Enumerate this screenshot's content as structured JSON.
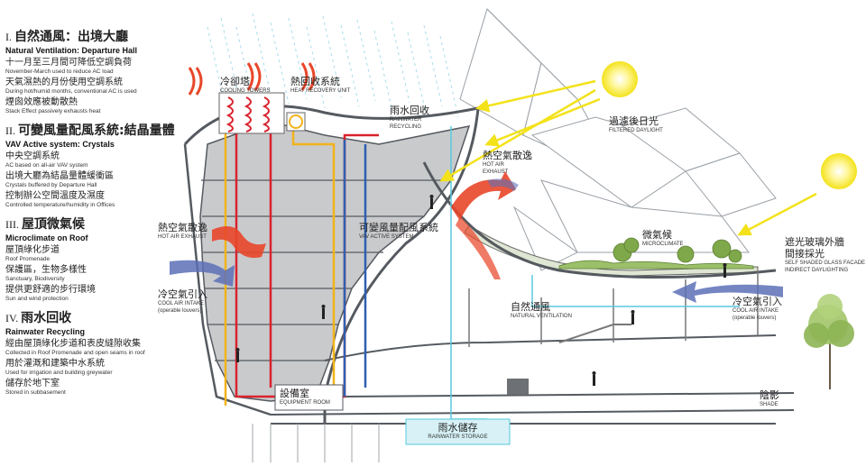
{
  "sections": [
    {
      "num": "I.",
      "title_zh": "自然通風：出境大廳",
      "title_en": "Natural Ventilation: Departure Hall",
      "items": [
        {
          "zh": "十一月至三月間可降低空調負荷",
          "en": "November-March used to reduce AC load"
        },
        {
          "zh": "天氣濕熱的月份使用空調系統",
          "en": "During hot/humid months, conventional AC is used"
        },
        {
          "zh": "煙囪效應被動散熱",
          "en": "Stack Effect passively exhausts heat"
        }
      ]
    },
    {
      "num": "II.",
      "title_zh": "可變風量配風系統:結晶量體",
      "title_en": "VAV Active system: Crystals",
      "items": [
        {
          "zh": "中央空調系統",
          "en": "AC based on all-air VAV system"
        },
        {
          "zh": "出境大廳為結晶量體緩衝區",
          "en": "Crystals buffered by Departure Hall"
        },
        {
          "zh": "控制辦公空間溫度及濕度",
          "en": "Controlled temperature/humidity in Offices"
        }
      ]
    },
    {
      "num": "III.",
      "title_zh": "屋頂微氣候",
      "title_en": "Microclimate on Roof",
      "items": [
        {
          "zh": "屋頂綠化步道",
          "en": "Roof Promenade"
        },
        {
          "zh": "保護區，生物多樣性",
          "en": "Sanctuary, Biodiversity"
        },
        {
          "zh": "提供更舒適的步行環境",
          "en": "Sun and wind protection"
        }
      ]
    },
    {
      "num": "IV.",
      "title_zh": "雨水回收",
      "title_en": "Rainwater Recycling",
      "items": [
        {
          "zh": "經由屋頂綠化步道和表皮縫隙收集",
          "en": "Collected in Roof Promenade and open seams in roof"
        },
        {
          "zh": "用於灌溉和建築中水系統",
          "en": "Used for irrigation and building greywater"
        },
        {
          "zh": "儲存於地下室",
          "en": "Stored in subbasement"
        }
      ]
    }
  ],
  "labels": {
    "cooling_towers": {
      "zh": "冷卻塔",
      "en": "COOLING TOWERS"
    },
    "heat_recovery": {
      "zh": "熱回收系統",
      "en": "HEAT RECOVERY UNIT"
    },
    "rainwater_recycling": {
      "zh": "雨水回收",
      "en1": "RAINWATER",
      "en2": "RECYCLING"
    },
    "filtered_daylight": {
      "zh": "過濾後日光",
      "en": "FILTERED DAYLIGHT"
    },
    "hot_air_exhaust_right": {
      "zh": "熱空氣散逸",
      "en1": "HOT AIR",
      "en2": "EXHAUST"
    },
    "hot_air_exhaust_left": {
      "zh": "熱空氣散逸",
      "en": "HOT AIR EXHAUST"
    },
    "vav_active": {
      "zh": "可變風量配風系統",
      "en": "VAV ACTIVE SYSTEM"
    },
    "microclimate": {
      "zh": "微氣候",
      "en": "MICROCLIMATE"
    },
    "self_shaded": {
      "zh1": "遮光玻璃外牆",
      "zh2": "間接採光",
      "en1": "SELF SHADED GLASS FACADE",
      "en2": "INDIRECT DAYLIGHTING"
    },
    "cool_air_left": {
      "zh": "冷空氣引入",
      "en1": "COOL AIR INTAKE",
      "en2": "(operable louvers)"
    },
    "cool_air_right": {
      "zh": "冷空氣引入",
      "en1": "COOL AIR INTAKE",
      "en2": "(operable louvers)"
    },
    "natural_ventilation": {
      "zh": "自然通風",
      "en": "NATURAL VENTILATION"
    },
    "equipment_room": {
      "zh": "設備室",
      "en": "EQUIPMENT ROOM"
    },
    "shade": {
      "zh": "陰影",
      "en": "SHADE"
    },
    "rainwater_storage": {
      "zh": "雨水儲存",
      "en": "RAINWATER STORAGE"
    }
  },
  "colors": {
    "hot": "#e8472a",
    "cool": "#5b6fb8",
    "sun": "#f3e21a",
    "duct_red": "#d9232e",
    "duct_yellow": "#f2b31a",
    "duct_blue": "#2f5fb0",
    "water": "#58c9de",
    "interior": "#c9cacc",
    "line": "#555a60",
    "green": "#7fa84a"
  }
}
